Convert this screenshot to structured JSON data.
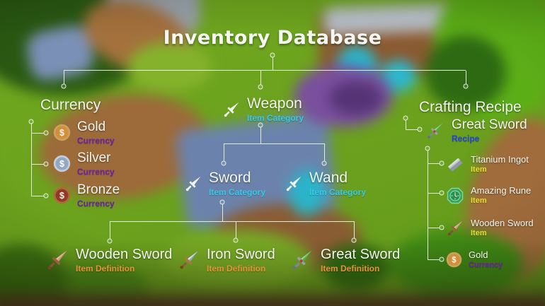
{
  "title": "Inventory Database",
  "headings": {
    "currency": "Currency",
    "crafting": "Crafting Recipe"
  },
  "nodes": {
    "weapon": {
      "label": "Weapon",
      "tag": "Item Category"
    },
    "sword": {
      "label": "Sword",
      "tag": "Item Category"
    },
    "wand": {
      "label": "Wand",
      "tag": "Item Category"
    },
    "wooden_sword": {
      "label": "Wooden Sword",
      "tag": "Item Definition"
    },
    "iron_sword": {
      "label": "Iron Sword",
      "tag": "Item Definition"
    },
    "great_sword": {
      "label": "Great Sword",
      "tag": "Item Definition"
    },
    "gold": {
      "label": "Gold",
      "tag": "Currency"
    },
    "silver": {
      "label": "Silver",
      "tag": "Currency"
    },
    "bronze": {
      "label": "Bronze",
      "tag": "Currency"
    },
    "recipe_great_sword": {
      "label": "Great Sword",
      "tag": "Recipe"
    },
    "recipe_titanium_ingot": {
      "label": "Titanium Ingot",
      "tag": "Item"
    },
    "recipe_amazing_rune": {
      "label": "Amazing Rune",
      "tag": "Item"
    },
    "recipe_wooden_sword": {
      "label": "Wooden Sword",
      "tag": "Item"
    },
    "recipe_gold": {
      "label": "Gold",
      "tag": "Currency"
    }
  },
  "icons": {
    "weapon": "white-sword-icon",
    "sword": "white-sword-icon",
    "wand": "white-sword-icon",
    "gold": "gold-coin-icon",
    "silver": "silver-coin-icon",
    "bronze": "bronze-coin-icon",
    "wooden_sword": "wooden-sword-icon",
    "iron_sword": "iron-sword-icon",
    "great_sword": "green-sword-icon",
    "titanium_ingot": "metal-ingot-icon",
    "amazing_rune": "green-rune-icon"
  },
  "colors": {
    "line": "#edf5e9",
    "category": "#35c9e8",
    "currency": "#6d1fa8",
    "definition": "#e5913c",
    "recipe": "#2443de",
    "item": "#e4e02b"
  }
}
